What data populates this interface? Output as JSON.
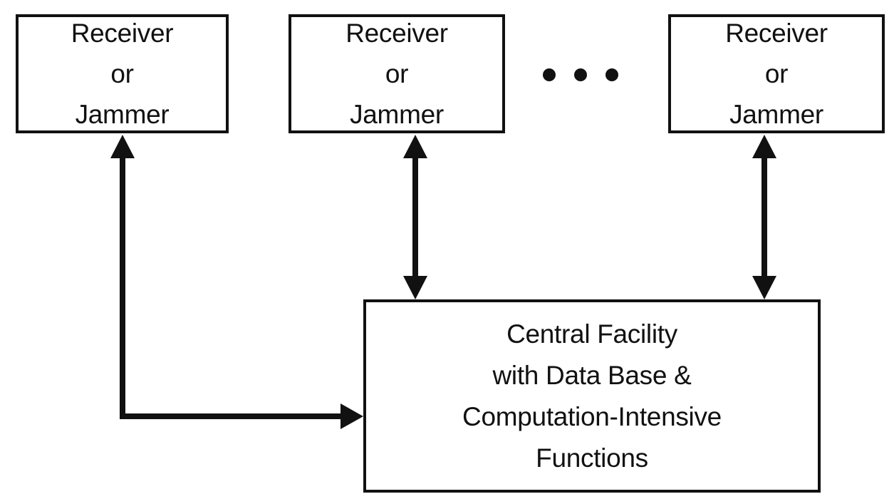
{
  "receivers": [
    {
      "lines": [
        "Receiver",
        "or",
        "Jammer"
      ]
    },
    {
      "lines": [
        "Receiver",
        "or",
        "Jammer"
      ]
    },
    {
      "lines": [
        "Receiver",
        "or",
        "Jammer"
      ]
    }
  ],
  "ellipsis": "• • •",
  "central": {
    "lines": [
      "Central Facility",
      "with Data Base &",
      "Computation-Intensive",
      "Functions"
    ]
  }
}
